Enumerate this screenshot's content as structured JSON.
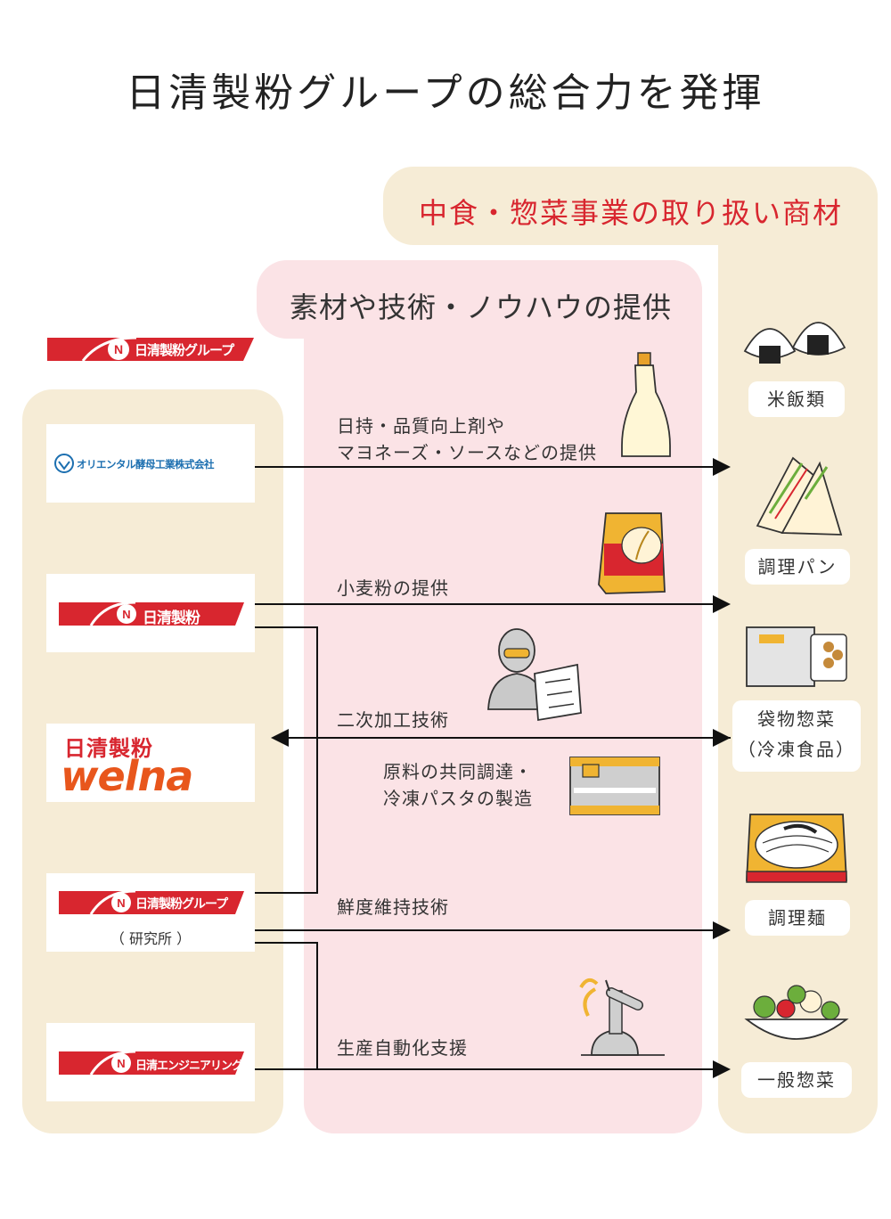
{
  "title": "日清製粉グループの総合力を発揮",
  "right_header": "中食・惣菜事業の取り扱い商材",
  "middle_header": "素材や技術・ノウハウの提供",
  "group_logo": "日清製粉グループ",
  "companies": {
    "oriental": "オリエンタル酵母工業株式会社",
    "nisshin_flour": "日清製粉",
    "welna_top": "日清製粉",
    "welna_brand": "welna",
    "research_logo": "日清製粉グループ",
    "research_sub": "（ 研究所 ）",
    "engineering": "日清エンジニアリング"
  },
  "flows": {
    "f1_line1": "日持・品質向上剤や",
    "f1_line2": "マヨネーズ・ソースなどの提供",
    "f2": "小麦粉の提供",
    "f3": "二次加工技術",
    "f4_line1": "原料の共同調達・",
    "f4_line2": "冷凍パスタの製造",
    "f5": "鮮度維持技術",
    "f6": "生産自動化支援"
  },
  "products": {
    "p1": "米飯類",
    "p2": "調理パン",
    "p3_line1": "袋物惣菜",
    "p3_line2": "（冷凍食品）",
    "p4": "調理麺",
    "p5": "一般惣菜"
  },
  "colors": {
    "beige": "#f6ecd6",
    "pink": "#fbe3e6",
    "red": "#d8262f",
    "orange": "#e8561c"
  }
}
